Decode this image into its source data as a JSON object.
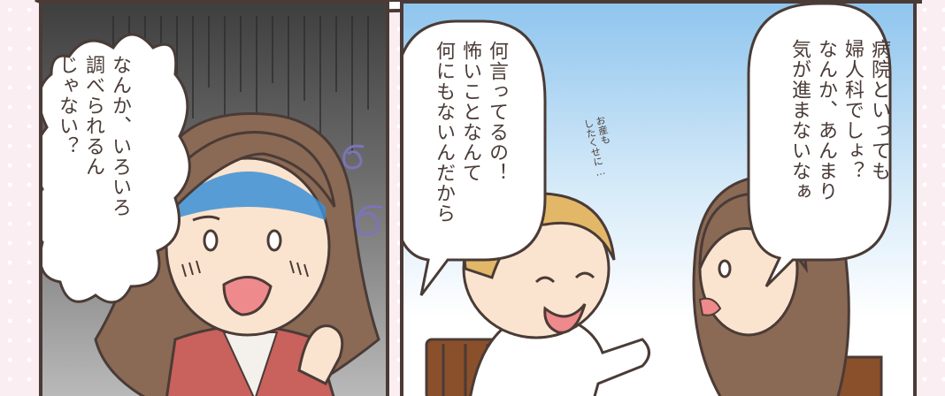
{
  "left_panel": {
    "speech_bubble": [
      "なんか、いろいろ",
      "調べられるん",
      "じゃない？"
    ]
  },
  "right_panel": {
    "friend_bubble": [
      "何言ってるの！",
      "怖いことなんて",
      "何にもないんだから"
    ],
    "aside_text": [
      "お産も",
      "したくせに…"
    ],
    "woman_bubble": [
      "病院といっても",
      "婦人科でしょ？",
      "なんか、あんまり",
      "気が進まないなぁ"
    ]
  }
}
